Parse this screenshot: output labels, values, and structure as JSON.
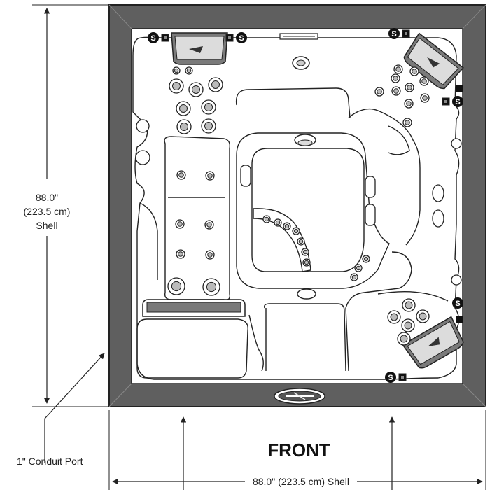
{
  "dimensions": {
    "height_value": "88.0\"",
    "height_metric": "(223.5 cm)",
    "height_label": "Shell",
    "width_label": "88.0\" (223.5 cm) Shell"
  },
  "conduit_label": "1\" Conduit Port",
  "front_label": "FRONT",
  "seat_marker_letter": "S",
  "colors": {
    "shell_rim": "#5f5f5f",
    "outline": "#222222",
    "pillow": "#7a7a7a",
    "background": "#ffffff"
  }
}
